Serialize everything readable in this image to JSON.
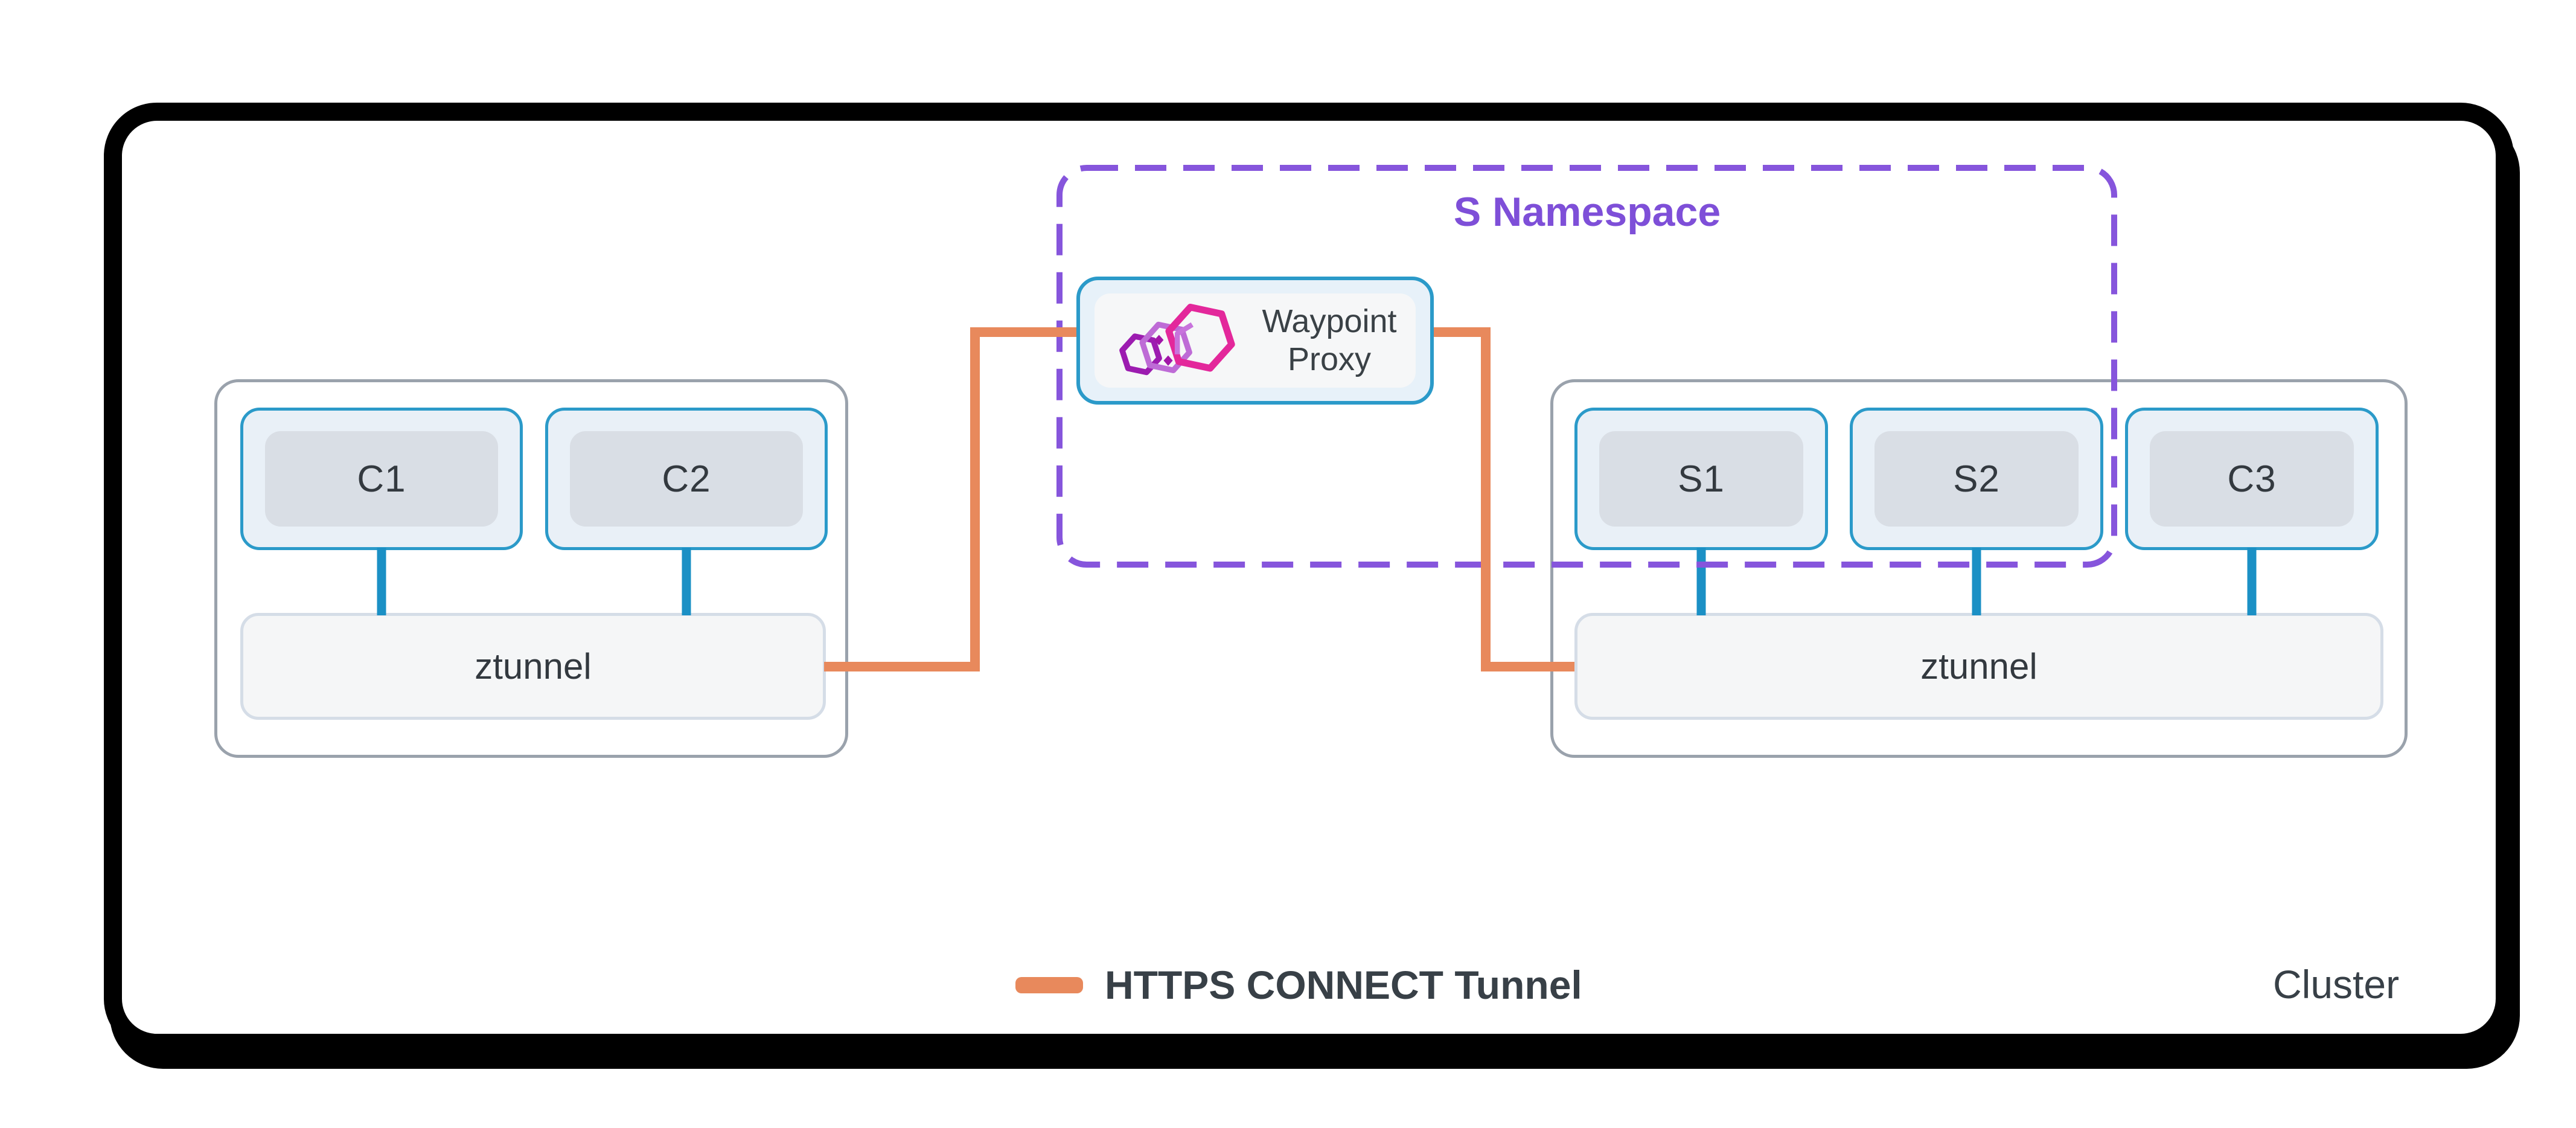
{
  "diagram": {
    "title_hint": "Istio ambient mesh ztunnel / waypoint proxy traffic diagram",
    "cluster": {
      "label": "Cluster"
    },
    "namespace": {
      "label": "S Namespace",
      "text_color": "#7E4FD8",
      "border_color": "#8655DC",
      "border_style": "dashed"
    },
    "waypoint": {
      "line1": "Waypoint",
      "line2": "Proxy",
      "icon": "waypoint-hexagons-icon",
      "icon_colors": {
        "front_hex": "#E3289B",
        "mid_hex": "#BE6BD6",
        "back_hex": "#9C1CB0",
        "accent": "#A215A8",
        "inner_edge": "#C873DC"
      },
      "border_color": "#2B9AC9"
    },
    "left_node": {
      "pods": [
        "C1",
        "C2"
      ],
      "proxy_label": "ztunnel"
    },
    "right_node": {
      "pods": [
        "S1",
        "S2",
        "C3"
      ],
      "proxy_label": "ztunnel"
    },
    "legend": {
      "label": "HTTPS CONNECT Tunnel",
      "swatch_color": "#E8895C"
    },
    "colors": {
      "tunnel_orange": "#E8895C",
      "pod_link_blue": "#1B90C5",
      "pod_border_blue": "#2B9AC9",
      "pod_fill": "#E9F0F7",
      "pod_inner_fill": "#D9DEE5",
      "node_border_gray": "#9AA2AC",
      "ztunnel_fill": "#F5F6F7",
      "ztunnel_border": "#D5DDE7",
      "cluster_border": "#000000",
      "dark_text": "#33393F"
    }
  }
}
